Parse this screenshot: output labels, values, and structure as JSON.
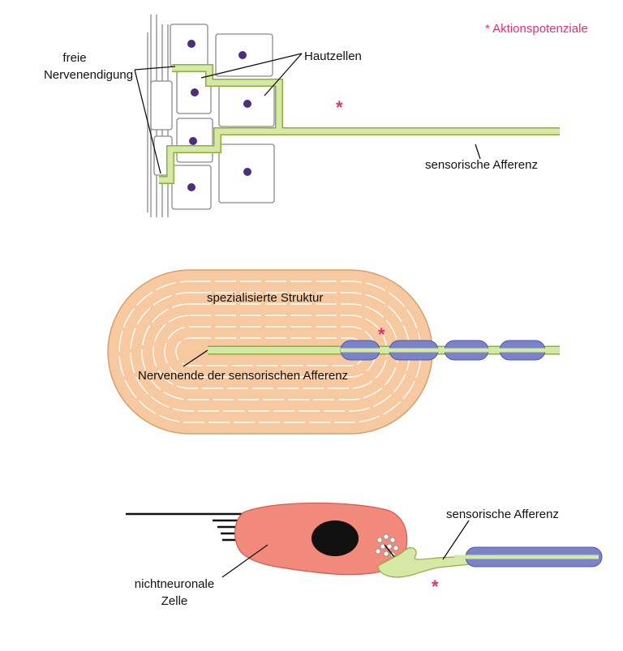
{
  "legend": {
    "text": "* Aktionspotenziale",
    "star": "*"
  },
  "panel_free_ending": {
    "label_freie": "freie",
    "label_nervenendigung": "Nervenendigung",
    "label_hautzellen": "Hautzellen",
    "label_afferenz": "sensorische Afferenz"
  },
  "panel_specialized": {
    "label_struktur": "spezialisierte Struktur",
    "label_nervenende": "Nervenende der sensorischen Afferenz"
  },
  "panel_nonneuronal": {
    "label_afferenz": "sensorische Afferenz",
    "label_cell_1": "nichtneuronale",
    "label_cell_2": "Zelle"
  },
  "colors": {
    "star": "#e0336e",
    "nerve_fill": "#d6e8a6",
    "nerve_stroke": "#8fae3e",
    "nucleus": "#4b2f7e",
    "myelin": "#7a82c8",
    "capsule": "#f6c9a0",
    "capsule_stroke": "#d9a06e",
    "cell": "#f28a7c",
    "cell_nucleus": "#111111",
    "skin_stroke": "#8a8a8a"
  }
}
